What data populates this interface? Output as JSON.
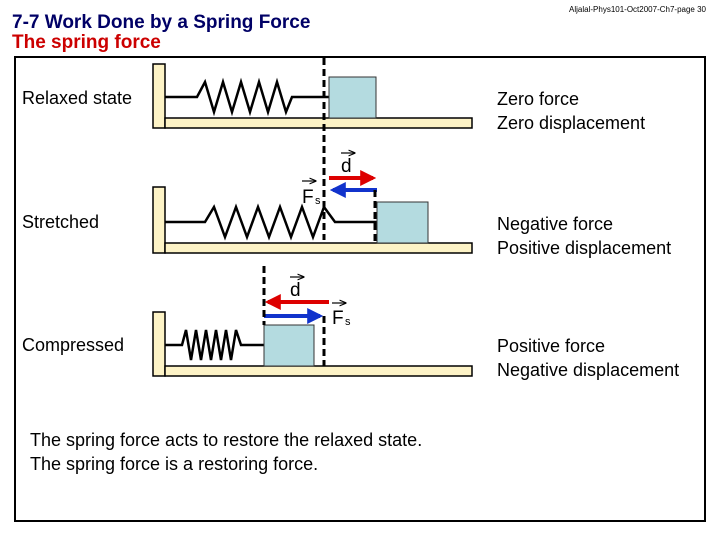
{
  "header": {
    "title_line1": "7-7 Work Done by a Spring Force",
    "title_line2": "The spring force",
    "source": "Aljalal-Phys101-Oct2007-Ch7-page 30"
  },
  "rows": [
    {
      "state": "Relaxed state",
      "force": "Zero force",
      "displacement": "Zero displacement"
    },
    {
      "state": "Stretched",
      "force": "Negative force",
      "displacement": "Positive displacement"
    },
    {
      "state": "Compressed",
      "force": "Positive force",
      "displacement": "Negative displacement"
    }
  ],
  "vectors": {
    "d": "d",
    "F": "F",
    "F_sub": "s"
  },
  "summary": {
    "line1": "The spring force acts to restore the relaxed state.",
    "line2": "The spring force is a restoring force."
  },
  "colors": {
    "block": "#b4dbe0",
    "displacement_arrow": "#dd0000",
    "force_arrow": "#1133cc",
    "wall": "#fdf3c6"
  }
}
